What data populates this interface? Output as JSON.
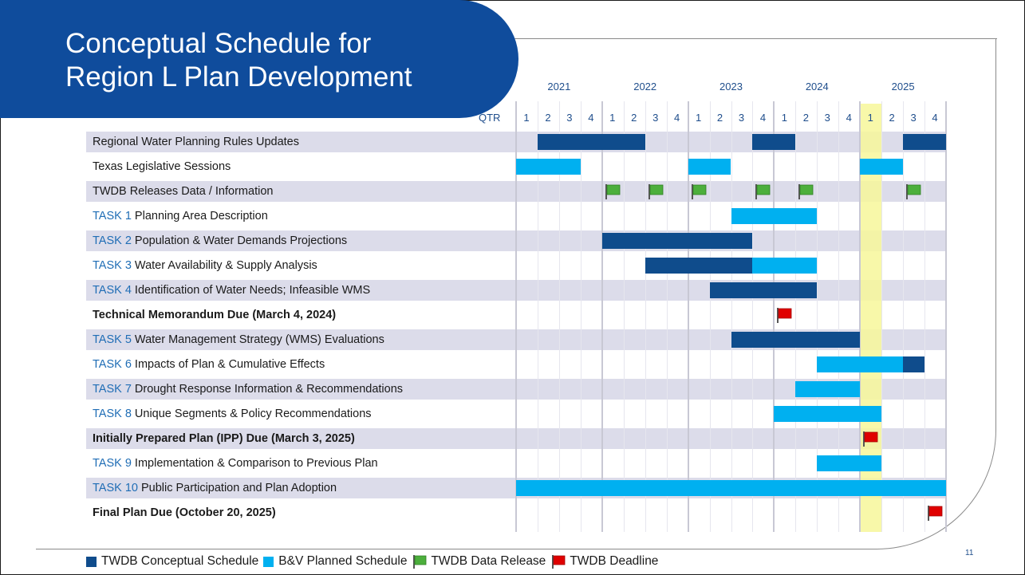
{
  "title": [
    "Conceptual Schedule for",
    "Region L Plan Development"
  ],
  "years": [
    "2021",
    "2022",
    "2023",
    "2024",
    "2025"
  ],
  "qtr_label": "QTR",
  "quarters": [
    "1",
    "2",
    "3",
    "4",
    "1",
    "2",
    "3",
    "4",
    "1",
    "2",
    "3",
    "4",
    "1",
    "2",
    "3",
    "4",
    "1",
    "2",
    "3",
    "4"
  ],
  "colors": {
    "conceptual": "#0f4c8c",
    "planned": "#00b0f0",
    "data_release": "#4caf3c",
    "deadline": "#e00000",
    "highlight": "#f7f79a",
    "title_bg": "#0f4c9c"
  },
  "rows": [
    {
      "prefix": "",
      "text": "Regional Water Planning Rules Updates",
      "bold": false,
      "bars": [
        {
          "type": "conceptual",
          "start": 1,
          "end": 6
        },
        {
          "type": "conceptual",
          "start": 11,
          "end": 13
        },
        {
          "type": "conceptual",
          "start": 18,
          "end": 20
        }
      ],
      "flags": []
    },
    {
      "prefix": "",
      "text": "Texas Legislative Sessions",
      "bold": false,
      "bars": [
        {
          "type": "planned",
          "start": 0,
          "end": 3
        },
        {
          "type": "planned",
          "start": 8,
          "end": 10
        },
        {
          "type": "planned",
          "start": 16,
          "end": 18
        }
      ],
      "flags": []
    },
    {
      "prefix": "",
      "text": "TWDB Releases Data / Information",
      "bold": false,
      "bars": [],
      "flags": [
        {
          "type": "data_release",
          "q": 4
        },
        {
          "type": "data_release",
          "q": 6
        },
        {
          "type": "data_release",
          "q": 8
        },
        {
          "type": "data_release",
          "q": 11
        },
        {
          "type": "data_release",
          "q": 13
        },
        {
          "type": "data_release",
          "q": 18
        }
      ]
    },
    {
      "prefix": "TASK 1",
      "text": "Planning Area Description",
      "bold": false,
      "bars": [
        {
          "type": "planned",
          "start": 10,
          "end": 14
        }
      ],
      "flags": []
    },
    {
      "prefix": "TASK 2",
      "text": "Population & Water Demands Projections",
      "bold": false,
      "bars": [
        {
          "type": "conceptual",
          "start": 4,
          "end": 11
        }
      ],
      "flags": []
    },
    {
      "prefix": "TASK 3",
      "text": "Water Availability & Supply Analysis",
      "bold": false,
      "bars": [
        {
          "type": "conceptual",
          "start": 6,
          "end": 11
        },
        {
          "type": "planned",
          "start": 11,
          "end": 14
        }
      ],
      "flags": []
    },
    {
      "prefix": "TASK 4",
      "text": "Identification of Water Needs; Infeasible WMS",
      "bold": false,
      "bars": [
        {
          "type": "conceptual",
          "start": 9,
          "end": 14
        }
      ],
      "flags": []
    },
    {
      "prefix": "",
      "text": "Technical Memorandum Due (March 4, 2024)",
      "bold": true,
      "bars": [],
      "flags": [
        {
          "type": "deadline",
          "q": 12
        }
      ]
    },
    {
      "prefix": "TASK 5",
      "text": "Water Management Strategy (WMS) Evaluations",
      "bold": false,
      "bars": [
        {
          "type": "conceptual",
          "start": 10,
          "end": 16
        }
      ],
      "flags": []
    },
    {
      "prefix": "TASK 6",
      "text": "Impacts of Plan & Cumulative Effects",
      "bold": false,
      "bars": [
        {
          "type": "planned",
          "start": 14,
          "end": 18
        },
        {
          "type": "conceptual",
          "start": 18,
          "end": 19
        }
      ],
      "flags": []
    },
    {
      "prefix": "TASK 7",
      "text": "Drought Response Information & Recommendations",
      "bold": false,
      "bars": [
        {
          "type": "planned",
          "start": 13,
          "end": 16
        }
      ],
      "flags": []
    },
    {
      "prefix": "TASK 8",
      "text": "Unique Segments & Policy Recommendations",
      "bold": false,
      "bars": [
        {
          "type": "planned",
          "start": 12,
          "end": 17
        }
      ],
      "flags": []
    },
    {
      "prefix": "",
      "text": "Initially Prepared Plan (IPP) Due (March 3, 2025)",
      "bold": true,
      "bars": [],
      "flags": [
        {
          "type": "deadline",
          "q": 16
        }
      ]
    },
    {
      "prefix": "TASK 9",
      "text": "Implementation & Comparison to Previous Plan",
      "bold": false,
      "bars": [
        {
          "type": "planned",
          "start": 14,
          "end": 17
        }
      ],
      "flags": []
    },
    {
      "prefix": "TASK 10",
      "text": "Public Participation and Plan Adoption",
      "bold": false,
      "bars": [
        {
          "type": "planned",
          "start": 0,
          "end": 20
        }
      ],
      "flags": []
    },
    {
      "prefix": "",
      "text": "Final Plan Due (October 20, 2025)",
      "bold": true,
      "bars": [],
      "flags": [
        {
          "type": "deadline",
          "q": 19
        }
      ]
    }
  ],
  "legend": {
    "conceptual": "TWDB Conceptual Schedule",
    "planned": "B&V Planned Schedule",
    "data_release": "TWDB Data Release",
    "deadline": "TWDB Deadline"
  },
  "page_number": "11"
}
